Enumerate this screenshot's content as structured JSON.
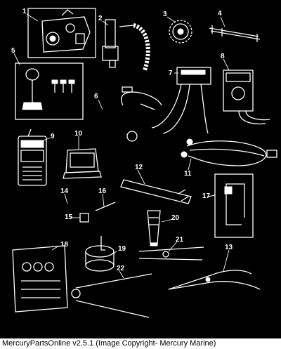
{
  "callouts": [
    "1",
    "2",
    "3",
    "4",
    "5",
    "6",
    "7",
    "8",
    "9",
    "10",
    "11",
    "12",
    "13",
    "14",
    "15",
    "16",
    "17",
    "18",
    "19",
    "20",
    "21",
    "22"
  ],
  "colors": {
    "background": "#000000",
    "line": "#ffffff",
    "caption_background": "#ffffff",
    "caption_text": "#000000"
  },
  "caption": "MercuryPartsOnline v2.5.1 (Image Copyright- Mercury Marine)"
}
